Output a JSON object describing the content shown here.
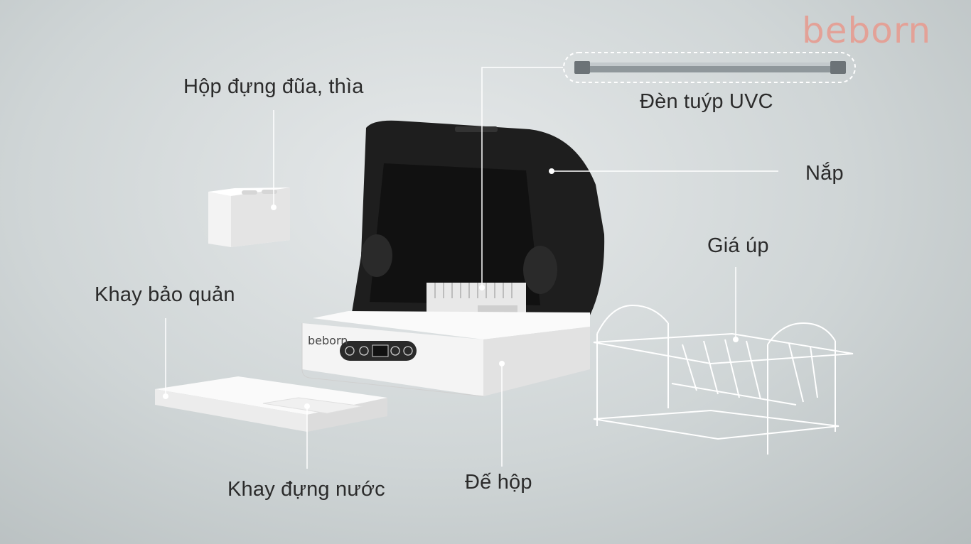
{
  "brand": {
    "logo": "beborn",
    "logo_color": "#e3a197"
  },
  "product_logo": "beborn",
  "labels": {
    "chopstick_box": "Hộp đựng đũa, thìa",
    "uvc_lamp": "Đèn tuýp UVC",
    "lid": "Nắp",
    "dish_rack": "Giá úp",
    "storage_tray": "Khay bảo quản",
    "water_tray": "Khay đựng nước",
    "base": "Đế hộp"
  },
  "colors": {
    "text": "#2b2b2b",
    "leader": "#ffffff",
    "lid": "#1c1c1c",
    "body": "#f2f2f2"
  }
}
